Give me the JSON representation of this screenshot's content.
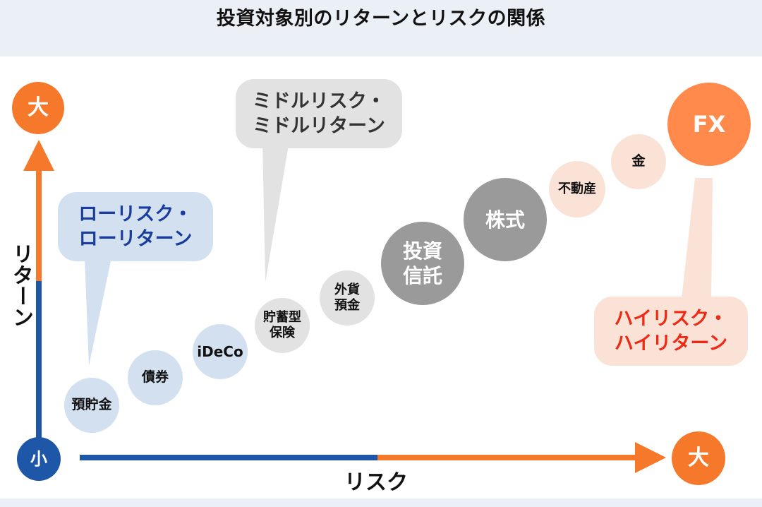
{
  "title": "投資対象別のリターンとリスクの関係",
  "axes": {
    "y_label": "リターン",
    "x_label": "リスク",
    "y_top": "大",
    "origin": "小",
    "x_right": "大"
  },
  "callouts": {
    "low": "ローリスク・\nローリターン",
    "mid": "ミドルリスク・\nミドルリターン",
    "high": "ハイリスク・\nハイリターン"
  },
  "investments": [
    {
      "label": "預貯金",
      "tier": "low"
    },
    {
      "label": "債券",
      "tier": "low"
    },
    {
      "label": "iDeCo",
      "tier": "low"
    },
    {
      "label": "貯蓄型\n保険",
      "tier": "mid"
    },
    {
      "label": "外貨\n預金",
      "tier": "mid"
    },
    {
      "label": "投資\n信託",
      "tier": "mid"
    },
    {
      "label": "株式",
      "tier": "mid"
    },
    {
      "label": "不動産",
      "tier": "high"
    },
    {
      "label": "金",
      "tier": "high"
    },
    {
      "label": "FX",
      "tier": "high"
    }
  ],
  "colors": {
    "blue": "#1e56a8",
    "orange": "#f6782b",
    "low_fill": "#d2e0f0",
    "mid_fill_light": "#e2e2e2",
    "mid_fill_dark": "#9a9a9a",
    "high_fill": "#fbe2d6",
    "high_fx": "#ff8a4c",
    "low_text": "#1a3c9c",
    "high_text": "#ee2a14"
  }
}
